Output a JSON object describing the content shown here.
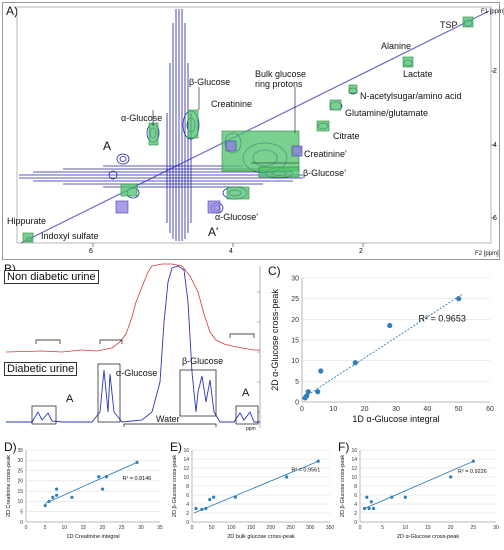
{
  "panelA": {
    "label": "A)",
    "axis_right_f1": "F1 [ppm]",
    "axis_bottom_f2": "F2 [ppm]",
    "bottom_ticks": [
      "6",
      "4",
      "2"
    ],
    "right_ticks": [
      "2",
      "4",
      "6"
    ],
    "annotations": {
      "tsp": "TSP",
      "alanine": "Alanine",
      "lactate": "Lactate",
      "nacetyl": "N-acetylsugar/amino acid",
      "glutamine": "Glutamine/glutamate",
      "citrate": "Citrate",
      "bulk1": "Bulk glucose",
      "bulk2": "ring protons",
      "creatinine": "Creatinine",
      "creatinine_p": "Creatinine'",
      "bglucose": "β-Glucose",
      "bglucose_p": "β-Glucose'",
      "aglucose": "α-Glucose",
      "aglucose_p": "α-Glucose'",
      "a": "A",
      "a_p": "A'",
      "hippurate": "Hippurate",
      "indoxyl": "Indoxyl sulfate"
    }
  },
  "panelB": {
    "label": "B)",
    "non_diabetic": "Non diabetic urine",
    "diabetic": "Diabetic urine",
    "a_left": "A",
    "a_right": "A",
    "aglucose": "α-Glucose",
    "bglucose": "β-Glucose",
    "water": "Water",
    "ppm": "ppm"
  },
  "panelC": {
    "label": "C)",
    "r2": "R² = 0.9653"
  },
  "panelD": {
    "label": "D)",
    "r2": "R² = 0.8146"
  },
  "panelE": {
    "label": "E)",
    "r2": "R² = 0.9561"
  },
  "panelF": {
    "label": "F)",
    "r2": "R² = 0.9226"
  },
  "chart_data": [
    {
      "type": "scatter",
      "id": "C",
      "xlabel": "1D α-Glucose integral",
      "ylabel": "2D α-Glucose cross-peak",
      "xlim": [
        0,
        60
      ],
      "ylim": [
        0,
        30
      ],
      "xticks": [
        0,
        10,
        20,
        30,
        40,
        50,
        60
      ],
      "yticks": [
        0,
        5,
        10,
        15,
        20,
        25,
        30
      ],
      "x": [
        1,
        1.5,
        2,
        5,
        6,
        17,
        28,
        50
      ],
      "y": [
        1,
        1.5,
        2.5,
        2.5,
        7.5,
        9.5,
        18.5,
        25
      ],
      "trendline": [
        [
          0,
          0.8
        ],
        [
          51,
          26
        ]
      ],
      "r2": "R² = 0.9653"
    },
    {
      "type": "scatter",
      "id": "D",
      "xlabel": "1D Creatinine integral",
      "ylabel": "2D Creatinine cross-peak",
      "xlim": [
        0,
        35
      ],
      "ylim": [
        0,
        35
      ],
      "xticks": [
        0,
        5,
        10,
        15,
        20,
        25,
        30,
        35
      ],
      "yticks": [
        0,
        5,
        10,
        15,
        20,
        25,
        30,
        35
      ],
      "x": [
        5,
        6,
        7,
        8,
        8,
        12,
        19,
        20,
        21,
        29
      ],
      "y": [
        8,
        10,
        12,
        13,
        16,
        12,
        22,
        16,
        22,
        29
      ],
      "trendline": [
        [
          5,
          9
        ],
        [
          29,
          29
        ]
      ],
      "r2": "R² = 0.8146"
    },
    {
      "type": "scatter",
      "id": "E",
      "xlabel": "2D bulk glucose cross-peak",
      "ylabel": "2D β-Glucose cross-peak",
      "xlim": [
        0,
        350
      ],
      "ylim": [
        0,
        16
      ],
      "xticks": [
        0,
        50,
        100,
        150,
        200,
        250,
        300,
        350
      ],
      "yticks": [
        0,
        2,
        4,
        6,
        8,
        10,
        12,
        14,
        16
      ],
      "x": [
        10,
        25,
        35,
        45,
        55,
        110,
        240,
        320
      ],
      "y": [
        3,
        2.8,
        3,
        5,
        5.5,
        5.5,
        10,
        13.5
      ],
      "trendline": [
        [
          5,
          2
        ],
        [
          320,
          13.5
        ]
      ],
      "r2": "R² = 0.9561"
    },
    {
      "type": "scatter",
      "id": "F",
      "xlabel": "2D α-Glucose cross-peak",
      "ylabel": "2D β-Glucose cross-peak",
      "xlim": [
        0,
        30
      ],
      "ylim": [
        0,
        16
      ],
      "xticks": [
        0,
        5,
        10,
        15,
        20,
        25,
        30
      ],
      "yticks": [
        0,
        2,
        4,
        6,
        8,
        10,
        12,
        14,
        16
      ],
      "x": [
        1,
        1.5,
        2,
        2.5,
        3,
        7,
        10,
        20,
        25
      ],
      "y": [
        3,
        5.5,
        3,
        4.5,
        3,
        5.5,
        5.5,
        10,
        13.5
      ],
      "trendline": [
        [
          1,
          3
        ],
        [
          25,
          13.5
        ]
      ],
      "r2": "R² = 0.9226"
    }
  ]
}
